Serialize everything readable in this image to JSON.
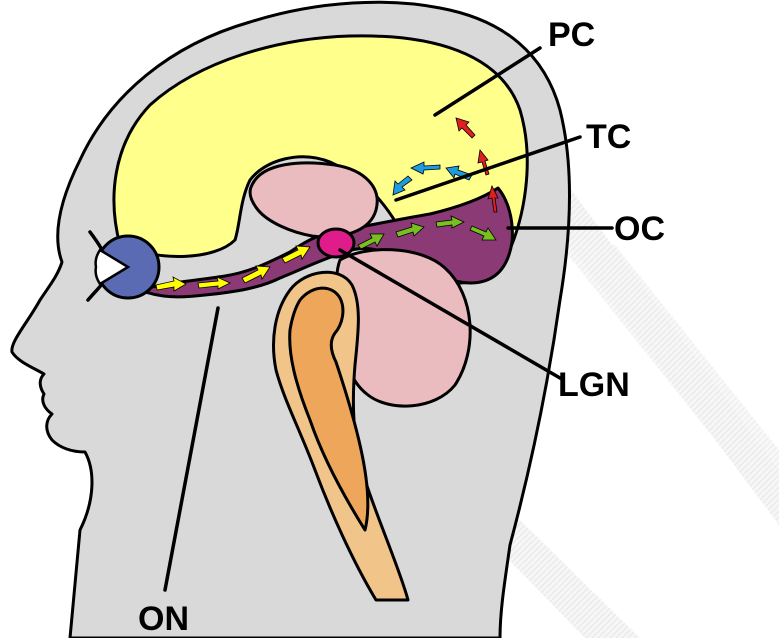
{
  "labels": {
    "pc": "PC",
    "tc": "TC",
    "oc": "OC",
    "lgn": "LGN",
    "on": "ON"
  },
  "colors": {
    "head": "#d9d9d9",
    "cortex": "#ffff8c",
    "pathway": "#8b3a76",
    "thalamus": "#ebbcbf",
    "brainstem_outer": "#f1c48a",
    "brainstem_inner": "#eea75a",
    "eye": "#5b6bb3",
    "lgn": "#e01c8a",
    "arrow_optic": "#ffff00",
    "arrow_ventral": "#1f9be0",
    "arrow_dorsal": "#e02020",
    "arrow_green": "#78c020",
    "watermark": "#f2f2f2"
  },
  "icons": [
    "eye-icon",
    "arrow-icon"
  ]
}
